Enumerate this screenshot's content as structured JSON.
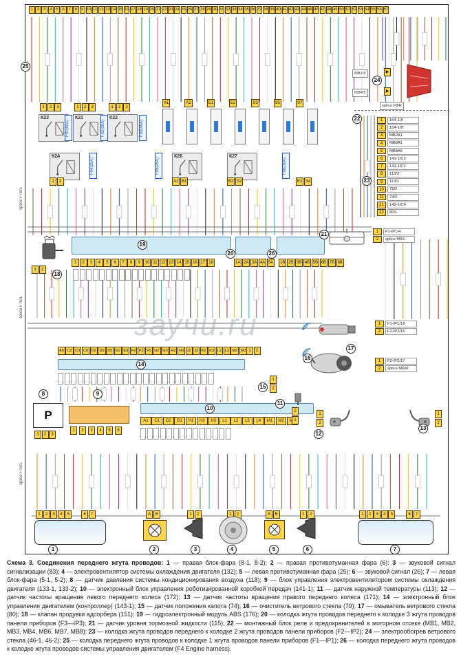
{
  "colors": {
    "pin_yellow": "#ffd44a",
    "module_blue": "#cfe9f5",
    "connector_red": "#d23430",
    "fuse_blue": "#1857c4",
    "wire_palette": [
      "#c8201d",
      "#1a1a1a",
      "#1f7a31",
      "#1558c0",
      "#e2529b",
      "#8a5a2b",
      "#dcdcdc",
      "#f2c200",
      "#e87c1e",
      "#21b0c4",
      "#9c9c9c",
      "#7a2e9d"
    ]
  },
  "watermark": "заучи.ru",
  "top_pins": [
    "1",
    "2",
    "3",
    "4",
    "5",
    "6",
    "7",
    "8",
    "9",
    "10",
    "11",
    "12",
    "13",
    "14",
    "15",
    "16",
    "17",
    "18",
    "19",
    "20",
    "21",
    "22",
    "23",
    "24",
    "25",
    "26",
    "27",
    "28",
    "29",
    "30",
    "31",
    "32",
    "33",
    "34",
    "35",
    "36",
    "37",
    "38",
    "39",
    "40",
    "41",
    "42",
    "43",
    "44",
    "45",
    "46",
    "47",
    "48",
    "49",
    "50",
    "51",
    "52",
    "53",
    "54",
    "55",
    "56",
    "57"
  ],
  "triplet": [
    "1",
    "2",
    "3"
  ],
  "relays": {
    "row1": [
      "К23",
      "К21",
      "К22"
    ],
    "row2": [
      "К24",
      "К26",
      "К27"
    ]
  },
  "fuses": [
    "F01(60A)",
    "F02(30A)",
    "F03(40A)",
    "F04(25A)",
    "F05(25A)",
    "F06(30A)"
  ],
  "mb_top": [
    "A1",
    "A2",
    "E1",
    "E2",
    "S3",
    "S5",
    "S7"
  ],
  "mb_pairs": [
    [
      "1",
      "2"
    ],
    [
      "A1",
      "B1"
    ],
    [
      "B2",
      "S2"
    ],
    [
      "E2",
      "S4"
    ]
  ],
  "splice_left": "splice F7B/L",
  "splice_right": "splice F8/R",
  "splice_m5": "splice M5/L",
  "block19_pins": [
    "1",
    "2",
    "3",
    "4",
    "5",
    "6",
    "7",
    "8",
    "9",
    "10",
    "11",
    "12",
    "13",
    "14",
    "15",
    "16",
    "17",
    "18"
  ],
  "block20_pins": [
    "1A",
    "2A",
    "3A",
    "4A",
    "5A"
  ],
  "block26_pins": [
    "1B",
    "2B",
    "3B",
    "4B",
    "5B",
    "6B",
    "7B",
    "8B"
  ],
  "block14_pins": [
    "A5",
    "C2",
    "C3",
    "C5",
    "D2",
    "D3",
    "D5",
    "E2",
    "E3",
    "F2",
    "F3",
    "F5",
    "G2",
    "G3",
    "H2",
    "H3",
    "J2",
    "J3",
    "K2",
    "K3",
    "L2",
    "L3",
    "M2",
    "M3"
  ],
  "b14_ext": [
    "1",
    "2"
  ],
  "block10_pins": [
    "A1",
    "C1",
    "C2",
    "D1",
    "H1",
    "H2",
    "H3",
    "L1",
    "L2",
    "L3",
    "L4",
    "M1",
    "M2",
    "M3"
  ],
  "b8_label": "P",
  "b8_pins": [
    "1",
    "2",
    "3"
  ],
  "b9_pins": [
    "1",
    "2",
    "3",
    "4",
    "5",
    "6"
  ],
  "b18_pins": [
    "1",
    "2"
  ],
  "b15_pins": [
    "1",
    "2"
  ],
  "b11_pins": [
    "2",
    "1"
  ],
  "b12_pins": [
    "1",
    "2"
  ],
  "b13_pins": [
    "1",
    "2"
  ],
  "hl_pins_a": [
    "1",
    "2",
    "3",
    "4",
    "5"
  ],
  "hl_pins_b": [
    "6",
    "7"
  ],
  "fog_pins": [
    "A",
    "B"
  ],
  "horn_pins": [
    "1",
    "2"
  ],
  "fan_pins": [
    "1",
    "2"
  ],
  "block23": {
    "rows": [
      {
        "n": "1",
        "label": "154-1/Л"
      },
      {
        "n": "2",
        "label": "154-1/П"
      },
      {
        "n": "3",
        "label": "MB2A1"
      },
      {
        "n": "4",
        "label": "MB8A1"
      },
      {
        "n": "5",
        "label": "MB8A5"
      },
      {
        "n": "6",
        "label": "141-1/C2"
      },
      {
        "n": "7",
        "label": "141-1/C1"
      },
      {
        "n": "8",
        "label": "113/2"
      },
      {
        "n": "9",
        "label": "113/1"
      },
      {
        "n": "10",
        "label": "79/2"
      },
      {
        "n": "11",
        "label": "74/2"
      },
      {
        "n": "21",
        "label": "143-1/C4"
      },
      {
        "n": "22",
        "label": "80/1"
      }
    ]
  },
  "block24": {
    "rows": [
      {
        "n": "▶",
        "label": "MB1/5"
      },
      {
        "n": "▶",
        "label": "MB4/5"
      }
    ]
  },
  "b21_rows": [
    {
      "n": "1",
      "label": "F1-IP1/4"
    },
    {
      "n": "2",
      "label": "splice M5/L"
    }
  ],
  "b17_rows": [
    {
      "n": "1",
      "label": "F1-IP1/18"
    },
    {
      "n": "2",
      "label": "F2-IP2/16"
    }
  ],
  "b16_rows": [
    {
      "n": "1",
      "label": "F2-IP2/17"
    },
    {
      "n": "2",
      "label": "splice M6/R"
    }
  ],
  "markers": [
    "25",
    "22",
    "23",
    "24",
    "18",
    "19",
    "20",
    "26",
    "21",
    "17",
    "16",
    "14",
    "15",
    "8",
    "9",
    "10",
    "11",
    "12",
    "13",
    "1",
    "2",
    "3",
    "4",
    "5",
    "6",
    "7"
  ],
  "legend": {
    "title": "Схема 3. Соединения переднего жгута проводов:",
    "items": [
      {
        "n": "1",
        "text": "правая блок-фара (8-1, 8-2)"
      },
      {
        "n": "2",
        "text": "правая противотуманная фара (6)"
      },
      {
        "n": "3",
        "text": "звуковой сигнал сигнализации (83)"
      },
      {
        "n": "4",
        "text": "электровентилятор системы охлаждения двигателя (132)"
      },
      {
        "n": "5",
        "text": "левая противотуманная фара (25)"
      },
      {
        "n": "6",
        "text": "звуковой сигнал (26)"
      },
      {
        "n": "7",
        "text": "левая блок-фара (5-1, 5-2)"
      },
      {
        "n": "8",
        "text": "датчик давления системы кондиционирования воздуха (118)"
      },
      {
        "n": "9",
        "text": "блок управления электровентилятором системы охлаждения двигателя (133-1, 133-2)"
      },
      {
        "n": "10",
        "text": "электронный блок управления роботизированной коробкой передач (141-1)"
      },
      {
        "n": "11",
        "text": "датчик наружной температуры (113)"
      },
      {
        "n": "12",
        "text": "датчик частоты вращения левого переднего колеса (172)"
      },
      {
        "n": "13",
        "text": "датчик частоты вращения правого переднего колеса (171)"
      },
      {
        "n": "14",
        "text": "электронный блок управления двигателем (контроллер) (143-1)"
      },
      {
        "n": "15",
        "text": "датчик положения капота (74)"
      },
      {
        "n": "16",
        "text": "очиститель ветрового стекла (79)"
      },
      {
        "n": "17",
        "text": "омыватель ветрового стекла (80)"
      },
      {
        "n": "18",
        "text": "клапан продувки адсорбера (151)"
      },
      {
        "n": "19",
        "text": "гидроэлектронный модуль ABS (176)"
      },
      {
        "n": "20",
        "text": "колодка жгута проводов переднего к колодке 3 жгута проводов панели приборов (F3—IP3)"
      },
      {
        "n": "21",
        "text": "датчик уровня тормозной жидкости (115)"
      },
      {
        "n": "22",
        "text": "монтажный блок реле и предохранителей в моторном отсеке (MB1, MB2, MB3, MB4, MB6, MB7, MB8)"
      },
      {
        "n": "23",
        "text": "колодка жгута проводов переднего к колодке 2 жгута проводов панели приборов (F2—IP2)"
      },
      {
        "n": "24",
        "text": "электрообогрев ветрового стекла (46-1, 46-2)"
      },
      {
        "n": "25",
        "text": "колодка переднего жгута проводов к колодке 1 жгута проводов панели приборов (F1—IP1)"
      },
      {
        "n": "26",
        "text": "колодка переднего жгута проводов к колодке жгута проводов системы управления двигателем (F4 Engine harness)"
      }
    ]
  }
}
